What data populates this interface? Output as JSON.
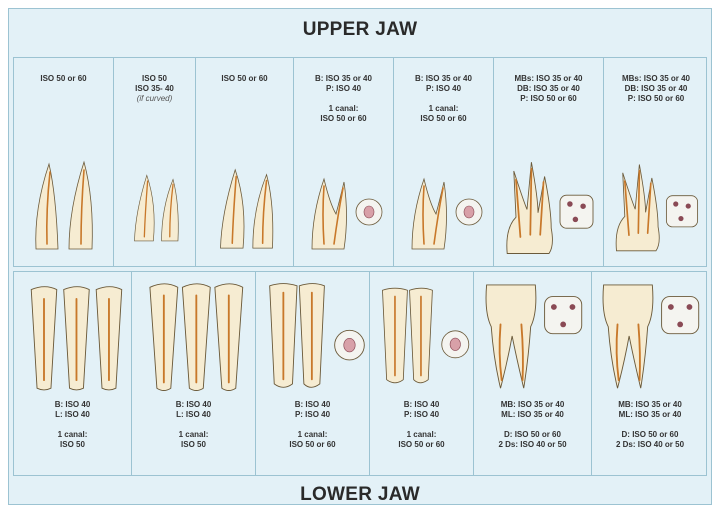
{
  "upper": {
    "title": "UPPER JAW",
    "columns": [
      {
        "lines": [
          "ISO 50 or 60"
        ]
      },
      {
        "lines": [
          "ISO 50",
          "ISO 35- 40"
        ],
        "note": "(if curved)"
      },
      {
        "lines": [
          "ISO 50 or 60"
        ]
      },
      {
        "lines": [
          "B: ISO 35 or 40",
          "P: ISO 40",
          "",
          "1 canal:",
          "ISO 50 or 60"
        ]
      },
      {
        "lines": [
          "B: ISO 35 or 40",
          "P: ISO 40",
          "",
          "1 canal:",
          "ISO 50 or 60"
        ]
      },
      {
        "lines": [
          "MBs: ISO 35 or 40",
          "DB: ISO 35 or 40",
          "P: ISO 50 or 60"
        ]
      },
      {
        "lines": [
          "MBs: ISO 35 or 40",
          "DB: ISO 35 or 40",
          "P: ISO 50 or 60"
        ]
      }
    ]
  },
  "lower": {
    "title": "LOWER JAW",
    "columns": [
      {
        "lines": [
          "B: ISO 40",
          "L: ISO 40",
          "",
          "1 canal:",
          "ISO 50"
        ]
      },
      {
        "lines": [
          "B: ISO 40",
          "L: ISO 40",
          "",
          "1 canal:",
          "ISO 50"
        ]
      },
      {
        "lines": [
          "B: ISO 40",
          "P: ISO 40",
          "",
          "1 canal:",
          "ISO 50 or 60"
        ]
      },
      {
        "lines": [
          "B: ISO 40",
          "P: ISO 40",
          "",
          "1 canal:",
          "ISO 50 or 60"
        ]
      },
      {
        "lines": [
          "MB: ISO 35 or 40",
          "ML: ISO 35 or 40",
          "",
          "D: ISO 50 or 60",
          "2 Ds: ISO 40 or 50"
        ]
      },
      {
        "lines": [
          "MB: ISO 35 or 40",
          "ML: ISO 35 or 40",
          "",
          "D: ISO 50 or 60",
          "2 Ds: ISO 40 or 50"
        ]
      }
    ]
  },
  "colors": {
    "background": "#e3f1f7",
    "divider": "#9cc3d2",
    "tooth": "#f6ecd2",
    "pulp": "#e6b36a",
    "canal": "#c8782a"
  }
}
